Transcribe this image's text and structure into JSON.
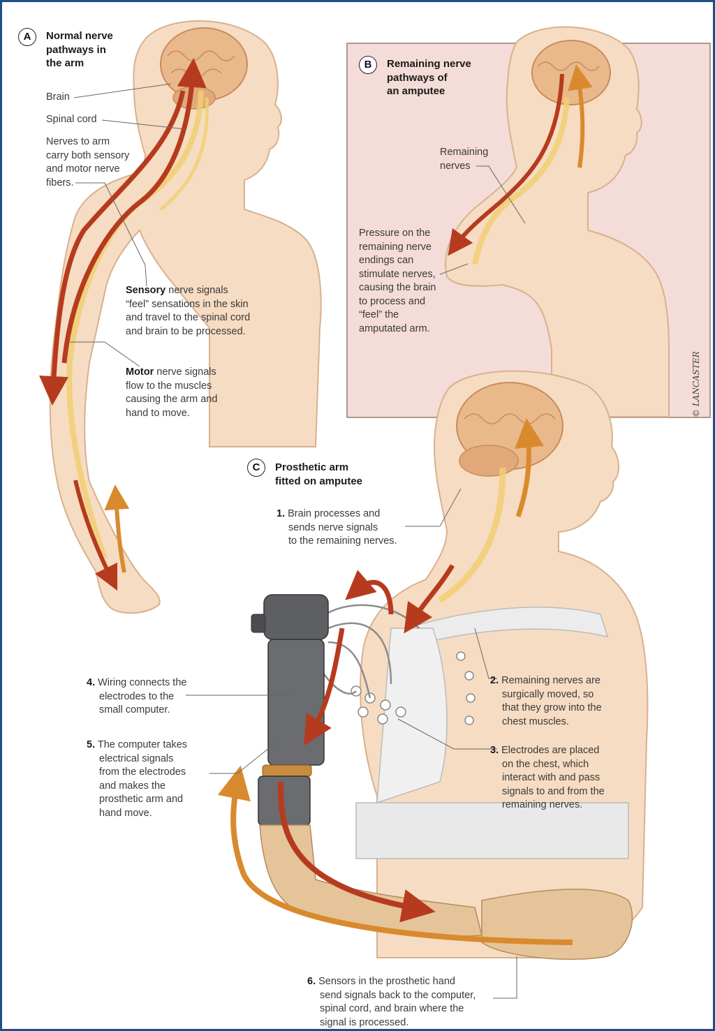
{
  "panel_a": {
    "letter": "A",
    "title": [
      "Normal nerve",
      "pathways in",
      "the arm"
    ],
    "brain_label": "Brain",
    "spinal_label": "Spinal cord",
    "nerves_note": [
      "Nerves to arm",
      "carry both sensory",
      "and motor nerve",
      "fibers."
    ],
    "sensory_kw": "Sensory",
    "sensory_text": [
      " nerve signals",
      "“feel” sensations in the skin",
      "and travel to the spinal cord",
      "and brain to be processed."
    ],
    "motor_kw": "Motor",
    "motor_text": [
      " nerve signals",
      "flow to the muscles",
      "causing the arm and",
      "hand to move."
    ]
  },
  "panel_b": {
    "letter": "B",
    "title": [
      "Remaining nerve",
      "pathways of",
      "an amputee"
    ],
    "remaining_label": [
      "Remaining",
      "nerves"
    ],
    "pressure_note": [
      "Pressure on the",
      "remaining nerve",
      "endings can",
      "stimulate nerves,",
      "causing the brain",
      "to process and",
      "“feel” the",
      "amputated arm."
    ]
  },
  "panel_c": {
    "letter": "C",
    "title": [
      "Prosthetic arm",
      "fitted on amputee"
    ],
    "step1": {
      "num": "1.",
      "lines": [
        "Brain processes and",
        "sends nerve signals",
        "to the remaining nerves."
      ]
    },
    "step2": {
      "num": "2.",
      "lines": [
        "Remaining nerves are",
        "surgically moved, so",
        "that they grow into the",
        "chest muscles."
      ]
    },
    "step3": {
      "num": "3.",
      "lines": [
        "Electrodes are placed",
        "on the chest, which",
        "interact with and pass",
        "signals to and from the",
        "remaining nerves."
      ]
    },
    "step4": {
      "num": "4.",
      "lines": [
        "Wiring connects the",
        "electrodes to the",
        "small computer."
      ]
    },
    "step5": {
      "num": "5.",
      "lines": [
        "The computer takes",
        "electrical signals",
        "from the electrodes",
        "and makes the",
        "prosthetic arm and",
        "hand move."
      ]
    },
    "step6": {
      "num": "6.",
      "lines": [
        "Sensors in the prosthetic hand",
        "send signals back to the computer,",
        "spinal cord, and brain where the",
        "signal is processed."
      ]
    }
  },
  "signature": "© LANCASTER",
  "colors": {
    "frame": "#1f4e8c",
    "skin": "#f6dcc2",
    "skin_outline": "#d9b08e",
    "brain": "#e9b98c",
    "nerve": "#f0cf72",
    "motor_arrow": "#b63b1e",
    "sensory_arrow": "#d98a2e",
    "panel_b_bg": "#f4dcd8",
    "prosthesis": "#5d5f62",
    "harness": "#ececec"
  }
}
